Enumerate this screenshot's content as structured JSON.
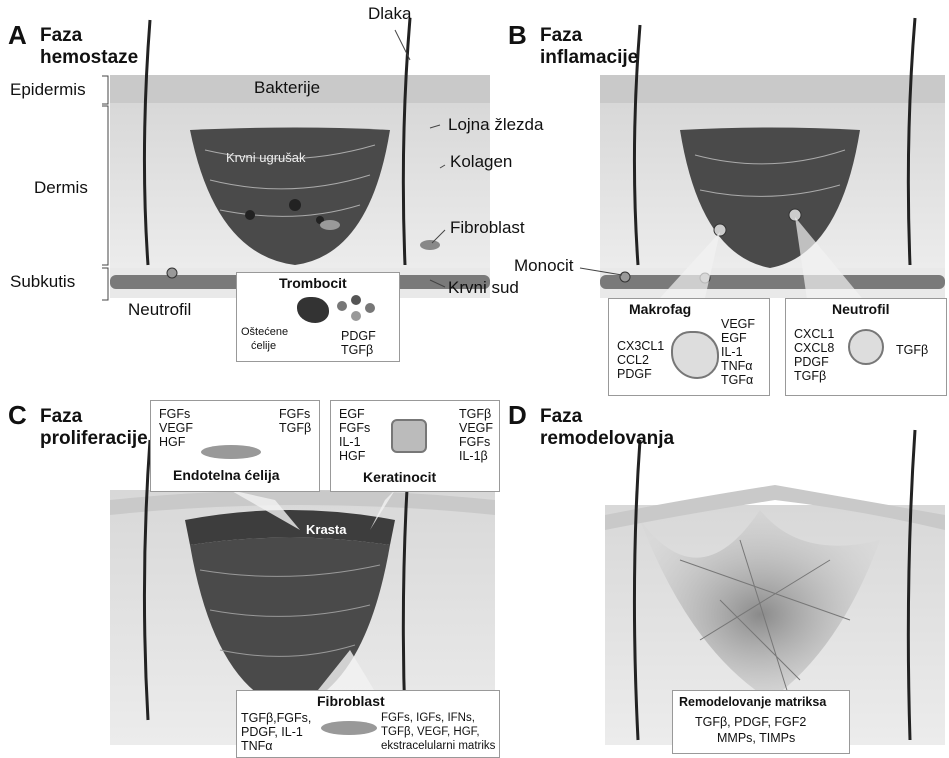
{
  "panels": {
    "A": {
      "letter": "A",
      "title1": "Faza",
      "title2": "hemostaze"
    },
    "B": {
      "letter": "B",
      "title1": "Faza",
      "title2": "inflamacije"
    },
    "C": {
      "letter": "C",
      "title1": "Faza",
      "title2": "proliferacije"
    },
    "D": {
      "letter": "D",
      "title1": "Faza",
      "title2": "remodelovanja"
    }
  },
  "labels_a": {
    "dlaka": "Dlaka",
    "epidermis": "Epidermis",
    "bakterije": "Bakterije",
    "lojna": "Lojna žlezda",
    "dermis": "Dermis",
    "krvni_ugrusak": "Krvni ugrušak",
    "kolagen": "Kolagen",
    "fibroblast": "Fibroblast",
    "subkutis": "Subkutis",
    "neutrofil": "Neutrofil",
    "krvni_sud": "Krvni sud",
    "monocit": "Monocit"
  },
  "trombocit": {
    "title": "Trombocit",
    "ostecene1": "Oštećene",
    "ostecene2": "ćelije",
    "f1": "PDGF",
    "f2": "TGFβ"
  },
  "makrofag": {
    "title": "Makrofag",
    "left": [
      "CX3CL1",
      "CCL2",
      "PDGF"
    ],
    "right": [
      "VEGF",
      "EGF",
      "IL-1",
      "TNFα",
      "TGFα"
    ]
  },
  "neutrofil_box": {
    "title": "Neutrofil",
    "left": [
      "CXCL1",
      "CXCL8",
      "PDGF",
      "TGFβ"
    ],
    "right": [
      "TGFβ"
    ]
  },
  "endotelna": {
    "title": "Endotelna ćelija",
    "left": [
      "FGFs",
      "VEGF",
      "HGF"
    ],
    "right": [
      "FGFs",
      "TGFβ"
    ]
  },
  "keratinocit": {
    "title": "Keratinocit",
    "left": [
      "EGF",
      "FGFs",
      "IL-1",
      "HGF"
    ],
    "right": [
      "TGFβ",
      "VEGF",
      "FGFs",
      "IL-1β"
    ]
  },
  "krasta": "Krasta",
  "fibroblast_box": {
    "title": "Fibroblast",
    "left": [
      "TGFβ,FGFs,",
      "PDGF, IL-1",
      "TNFα"
    ],
    "right": [
      "FGFs, IGFs, IFNs,",
      "TGFβ, VEGF, HGF,",
      "ekstracelularni matriks"
    ]
  },
  "remodel": {
    "title": "Remodelovanje matriksa",
    "l1": "TGFβ, PDGF, FGF2",
    "l2": "MMPs, TIMPs"
  }
}
